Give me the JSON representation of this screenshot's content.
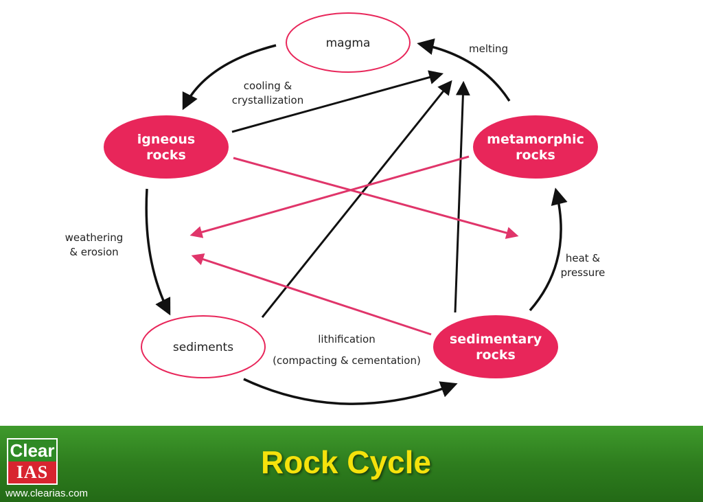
{
  "nodes": {
    "magma": {
      "lines": [
        "magma"
      ],
      "filled": false
    },
    "igneous": {
      "lines": [
        "igneous",
        "rocks"
      ],
      "filled": true
    },
    "metamorphic": {
      "lines": [
        "metamorphic",
        "rocks"
      ],
      "filled": true
    },
    "sediments": {
      "lines": [
        "sediments"
      ],
      "filled": false
    },
    "sedimentary": {
      "lines": [
        "sedimentary",
        "rocks"
      ],
      "filled": true
    }
  },
  "edge_labels": {
    "melting": [
      "melting"
    ],
    "cooling": [
      "cooling &",
      "crystallization"
    ],
    "weathering": [
      "weathering",
      "& erosion"
    ],
    "heat": [
      "heat &",
      "pressure"
    ],
    "lithification": [
      "lithification",
      "(compacting & cementation)"
    ]
  },
  "colors": {
    "node_fill": "#e8265a",
    "node_stroke": "#e8265a",
    "cycle_arrow": "#111111",
    "cross_arrow": "#e0356a",
    "footer_green": "#2e7d1e",
    "title_yellow": "#f5e20c"
  },
  "footer": {
    "logo_top": "Clear",
    "logo_bottom": "IAS",
    "url": "www.clearias.com",
    "title": "Rock Cycle"
  }
}
